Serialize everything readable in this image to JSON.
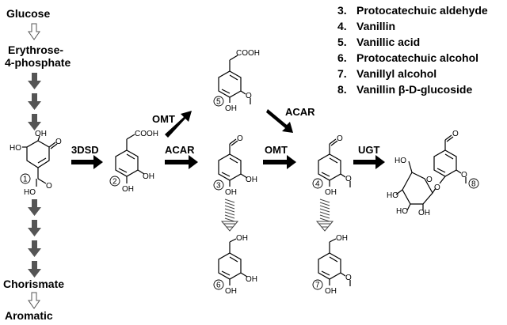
{
  "left_pathway": {
    "glucose": "Glucose",
    "erythrose_line1": "Erythrose-",
    "erythrose_line2": "4-phosphate",
    "chorismate": "Chorismate",
    "aromatic": "Aromatic"
  },
  "enzymes": {
    "three_dsd": "3DSD",
    "acar_1": "ACAR",
    "omt_up": "OMT",
    "acar_diag": "ACAR",
    "omt_main": "OMT",
    "ugt": "UGT"
  },
  "legend": [
    {
      "num": "3.",
      "name": "Protocatechuic aldehyde"
    },
    {
      "num": "4.",
      "name": "Vanillin"
    },
    {
      "num": "5.",
      "name": "Vanillic acid"
    },
    {
      "num": "6.",
      "name": "Protocatechuic alcohol"
    },
    {
      "num": "7.",
      "name": "Vanillyl alcohol"
    },
    {
      "num": "8.",
      "name": "Vanillin β-D-glucoside"
    }
  ],
  "compound_numbers": [
    "1",
    "2",
    "3",
    "4",
    "5",
    "6",
    "7",
    "8"
  ],
  "atom_labels": {
    "ho": "HO",
    "oh": "OH",
    "o": "O",
    "cooh": "COOH",
    "ho_carboxyl": "HO"
  }
}
